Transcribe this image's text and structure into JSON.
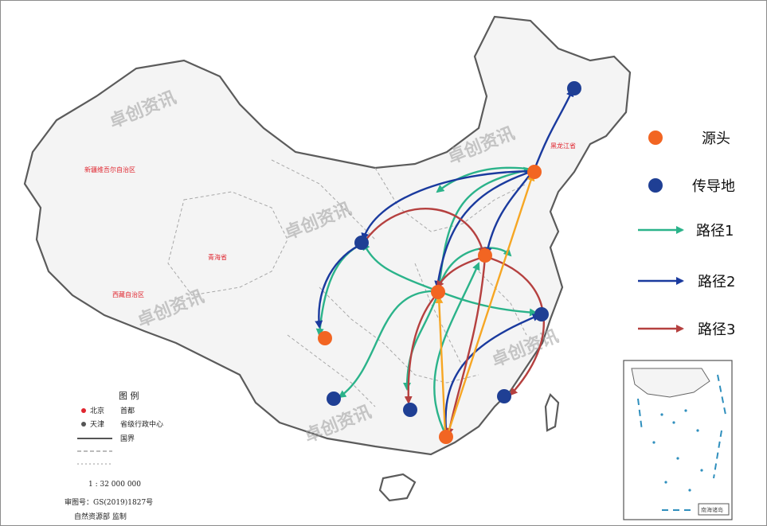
{
  "legend": {
    "source_label": "源头",
    "conductor_label": "传导地",
    "path1_label": "路径1",
    "path2_label": "路径2",
    "path3_label": "路径3"
  },
  "colors": {
    "source": "#f26522",
    "conductor": "#1f3f94",
    "path1": "#2bb38a",
    "path2": "#1a3a9e",
    "path3": "#b5403f",
    "orange_route": "#f6a623"
  },
  "watermark": "卓创资讯",
  "map_legend": {
    "title": "图 例",
    "beijing": "北京",
    "capital": "首都",
    "tianjin": "天津",
    "provincial_capital": "省级行政中心",
    "boundary": "国界",
    "scale": "1 : 32 000 000",
    "review_number": "审图号：GS(2019)1827号",
    "ministry": "自然资源部 监制"
  },
  "inset_label": "南海诸岛",
  "region_labels": [
    "新疆维吾尔自治区",
    "青海省",
    "西藏自治区",
    "黑龙江省"
  ]
}
